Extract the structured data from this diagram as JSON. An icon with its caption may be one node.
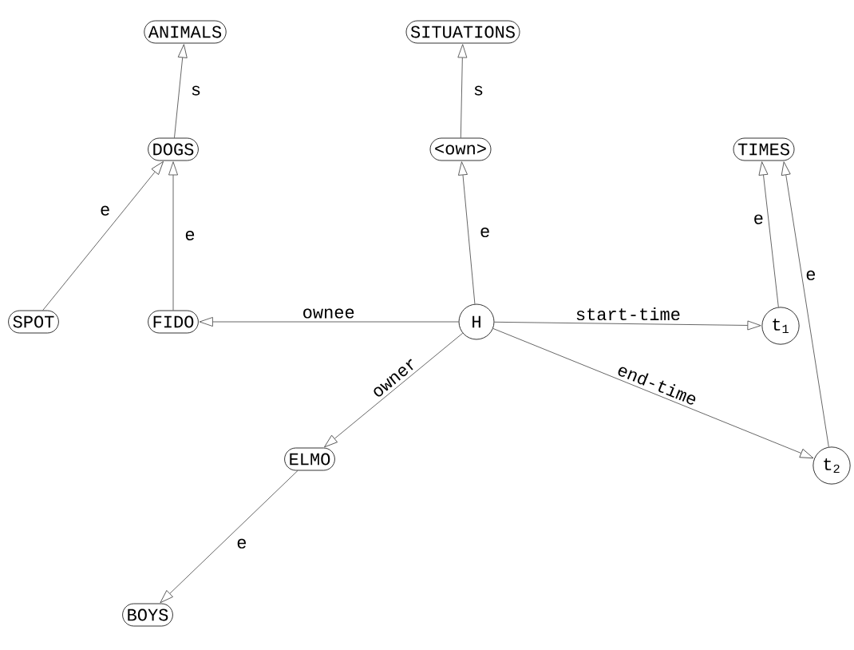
{
  "diagram": {
    "nodes": [
      {
        "text": [
          "ANIMALS"
        ]
      },
      {
        "text": [
          "SITUATIONS"
        ]
      },
      {
        "text": [
          "DOGS"
        ]
      },
      {
        "text": [
          "<own>"
        ]
      },
      {
        "text": [
          "TIMES"
        ]
      },
      {
        "text": [
          "SPOT"
        ]
      },
      {
        "text": [
          "FIDO"
        ]
      },
      {
        "text": [
          "H"
        ]
      },
      {
        "text": [
          "t$_{1}$"
        ]
      },
      {
        "text": [
          "ELMO"
        ]
      },
      {
        "text": [
          "t$_{2}$"
        ]
      },
      {
        "text": [
          "BOYS"
        ]
      }
    ],
    "edges": [
      {
        "from": 2,
        "to": 0,
        "arrow": "to",
        "label": "s"
      },
      {
        "from": 3,
        "to": 1,
        "arrow": "to",
        "label": "s"
      },
      {
        "from": 5,
        "to": 2,
        "arrow": "to",
        "label": "e"
      },
      {
        "from": 6,
        "to": 2,
        "arrow": "to",
        "label": "e"
      },
      {
        "from": 7,
        "to": 3,
        "arrow": "to",
        "label": "e"
      },
      {
        "from": 7,
        "to": 6,
        "arrow": "to",
        "label": "ownee"
      },
      {
        "from": 7,
        "to": 8,
        "arrow": "to",
        "label": "start-time"
      },
      {
        "from": 7,
        "to": 9,
        "arrow": "to",
        "label": "owner"
      },
      {
        "from": 7,
        "to": 10,
        "arrow": "to",
        "label": "end-time"
      },
      {
        "from": 8,
        "to": 4,
        "arrow": "to",
        "label": "e"
      },
      {
        "from": 10,
        "to": 4,
        "arrow": "to",
        "label": "e"
      },
      {
        "from": 9,
        "to": 11,
        "arrow": "to",
        "label": "e"
      }
    ]
  }
}
